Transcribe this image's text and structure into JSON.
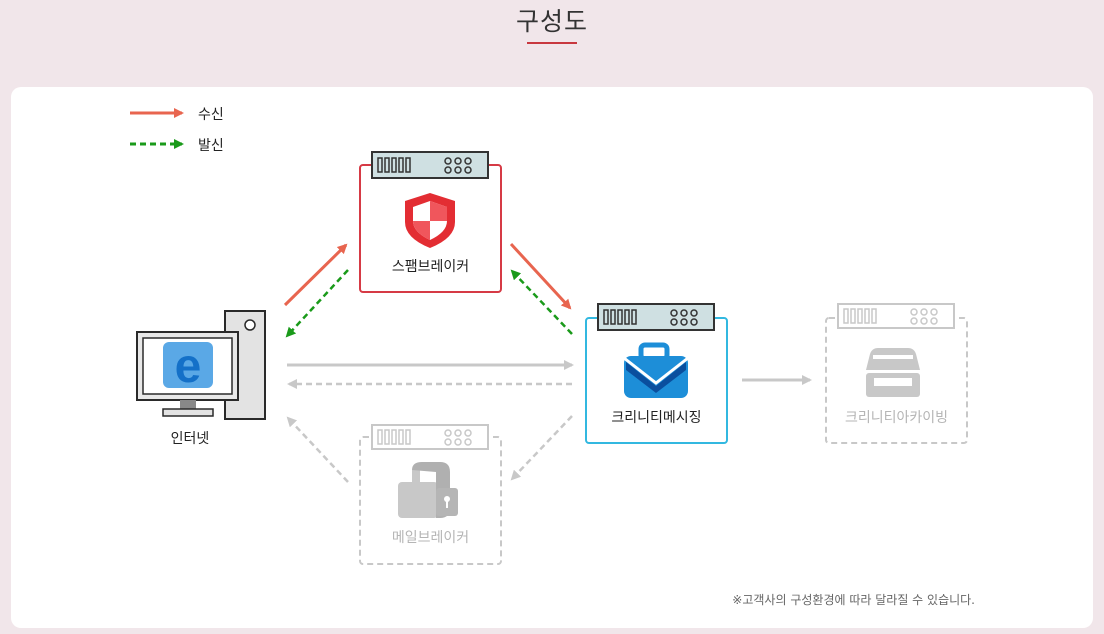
{
  "header": {
    "title": "구성도"
  },
  "legend": {
    "receive": "수신",
    "send": "발신"
  },
  "nodes": {
    "internet": "인터넷",
    "spambreaker": "스팸브레이커",
    "crinity_messaging": "크리니티메시징",
    "mailbreaker": "메일브레이커",
    "crinity_archiving": "크리니티아카이빙"
  },
  "footnote": "※고객사의 구성환경에 따라 달라질 수 있습니다.",
  "colors": {
    "receive": "#e8654f",
    "send": "#1a9a1a",
    "inactive": "#c8c8c8",
    "spambreaker_border": "#d63a45",
    "messaging_border": "#32b8e0",
    "title_underline": "#c8383f"
  }
}
